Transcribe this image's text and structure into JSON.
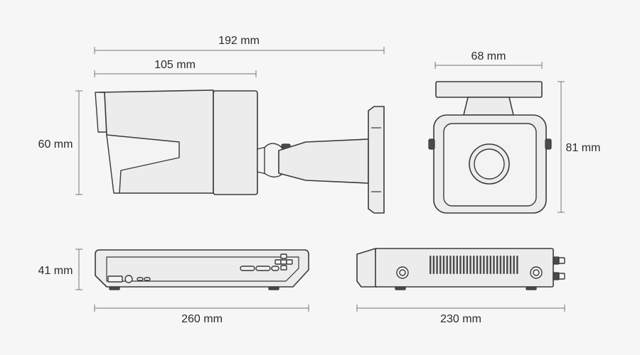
{
  "dimensions": {
    "camera_length": "192 mm",
    "camera_body_length": "105 mm",
    "camera_height": "60 mm",
    "camera_mount_width": "68 mm",
    "camera_mount_height": "81 mm",
    "nvr_height": "41 mm",
    "nvr_width": "260 mm",
    "nvr_depth": "230 mm"
  }
}
